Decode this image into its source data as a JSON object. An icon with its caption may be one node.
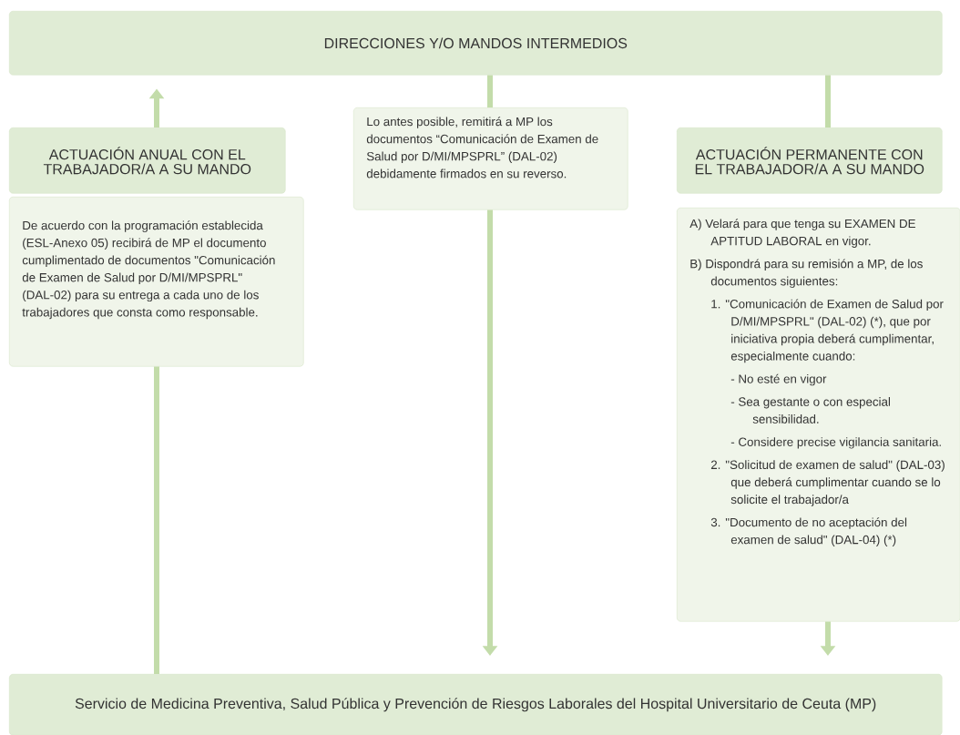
{
  "diagram": {
    "nodes": [
      {
        "text": [
          "DIRECCIONES Y/O MANDOS INTERMEDIOS"
        ]
      },
      {
        "text": [
          "ACTUACIÓN ANUAL CON EL TRABAJADOR/A A SU MANDO"
        ]
      },
      {
        "text": [
          "De acuerdo con la programación establecida (ESL-Anexo 05) recibirá de MP el documento cumplimentado de documentos \"Comunicación de Examen de Salud por D/MI/MPSPRL\" (DAL-02) para su entrega a cada uno de los trabajadores que consta como responsable."
        ]
      },
      {
        "text": [
          "Lo antes posible, remitirá a MP los documentos “Comunicación de Examen de Salud por D/MI/MPSPRL” (DAL-02) debidamente firmados en su reverso."
        ]
      },
      {
        "text": [
          "ACTUACIÓN PERMANENTE CON EL TRABAJADOR/A A SU MANDO"
        ]
      },
      {
        "text": [
          "A) Velará para que tenga su EXAMEN DE APTITUD LABORAL en vigor.",
          "B) Dispondrá para su remisión a MP, de los documentos siguientes:",
          "1. \"Comunicación de Examen de Salud por D/MI/MPSPRL\" (DAL-02) (*), que por iniciativa propia deberá cumplimentar, especialmente cuando:",
          "- No esté en vigor",
          "- Sea gestante o con especial sensibilidad.",
          "- Considere precise vigilancia sanitaria.",
          "2. \"Solicitud de examen de salud\" (DAL-03) que deberá cumplimentar cuando se lo solicite el trabajador/a",
          "3. \"Documento de no aceptación del examen de salud\" (DAL-04) (*)"
        ]
      },
      {
        "text": [
          "Servicio de Medicina Preventiva, Salud Pública y Prevención de Riesgos Laborales del Hospital Universitario de Ceuta (MP)"
        ]
      }
    ],
    "edges": [
      {
        "from": 1,
        "to": 0,
        "arrow": "to"
      },
      {
        "from": 6,
        "to": 2,
        "arrow": "none"
      },
      {
        "from": 0,
        "to": 3,
        "arrow": "none"
      },
      {
        "from": 3,
        "to": 6,
        "arrow": "to"
      },
      {
        "from": 0,
        "to": 4,
        "arrow": "none"
      },
      {
        "from": 5,
        "to": 6,
        "arrow": "to"
      }
    ]
  }
}
